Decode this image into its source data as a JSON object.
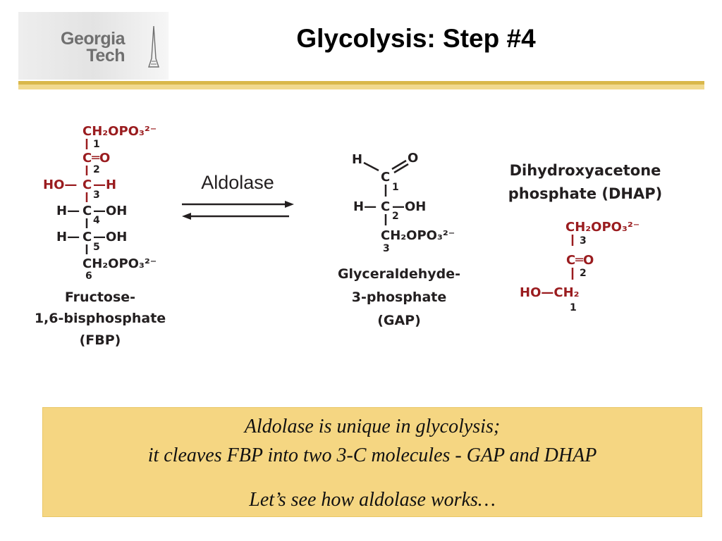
{
  "logo": {
    "line1": "Georgia",
    "line2": "Tech"
  },
  "slide": {
    "title": "Glycolysis: Step #4"
  },
  "enzyme": "Aldolase",
  "fbp": {
    "c1_group": "CH₂OPO₃²⁻",
    "c2_group": "C═O",
    "c3_left": "HO—",
    "c3_right": "—H",
    "c4_left": "H—",
    "c4_right": "—OH",
    "c5_left": "H—",
    "c5_right": "—OH",
    "c6_group": "CH₂OPO₃²⁻",
    "carbon": "C",
    "numbers": [
      "1",
      "2",
      "3",
      "4",
      "5",
      "6"
    ],
    "name_lines": [
      "Fructose-",
      "1,6-bisphosphate",
      "(FBP)"
    ]
  },
  "gap": {
    "h_top": "H",
    "o_top": "O",
    "carbon": "C",
    "c2_left": "H—",
    "c2_right": "—OH",
    "c3_group": "CH₂OPO₃²⁻",
    "numbers": [
      "1",
      "2",
      "3"
    ],
    "name_lines": [
      "Glyceraldehyde-",
      "3-phosphate",
      "(GAP)"
    ]
  },
  "dhap": {
    "name_lines": [
      "Dihydroxyacetone",
      "phosphate (DHAP)"
    ],
    "c3_group": "CH₂OPO₃²⁻",
    "c2_group": "C═O",
    "c1_group": "HO—CH₂",
    "numbers": [
      "3",
      "2",
      "1"
    ]
  },
  "note": {
    "line1": "Aldolase is unique in glycolysis;",
    "line2": "it cleaves FBP into two 3-C molecules - GAP and DHAP",
    "line3": "Let’s see how aldolase works…"
  },
  "colors": {
    "accent_gold": "#d9b84a",
    "note_bg": "#f5d682",
    "molecule_red": "#9a1c1f"
  }
}
